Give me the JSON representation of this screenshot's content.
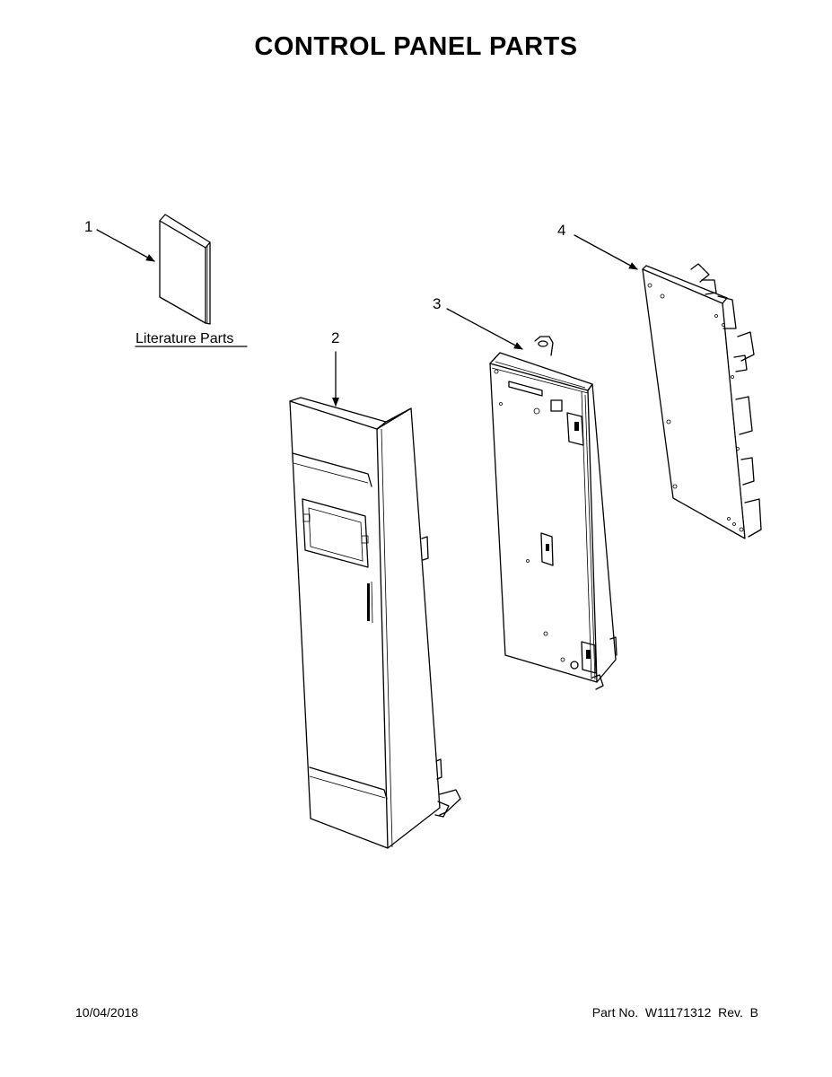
{
  "page": {
    "title": "CONTROL PANEL PARTS",
    "date": "10/04/2018",
    "part_number": "Part No.  W11171312  Rev.  B"
  },
  "callouts": [
    {
      "number": "1"
    },
    {
      "number": "2"
    },
    {
      "number": "3"
    },
    {
      "number": "4"
    }
  ],
  "literature": {
    "label": "Literature Parts"
  }
}
